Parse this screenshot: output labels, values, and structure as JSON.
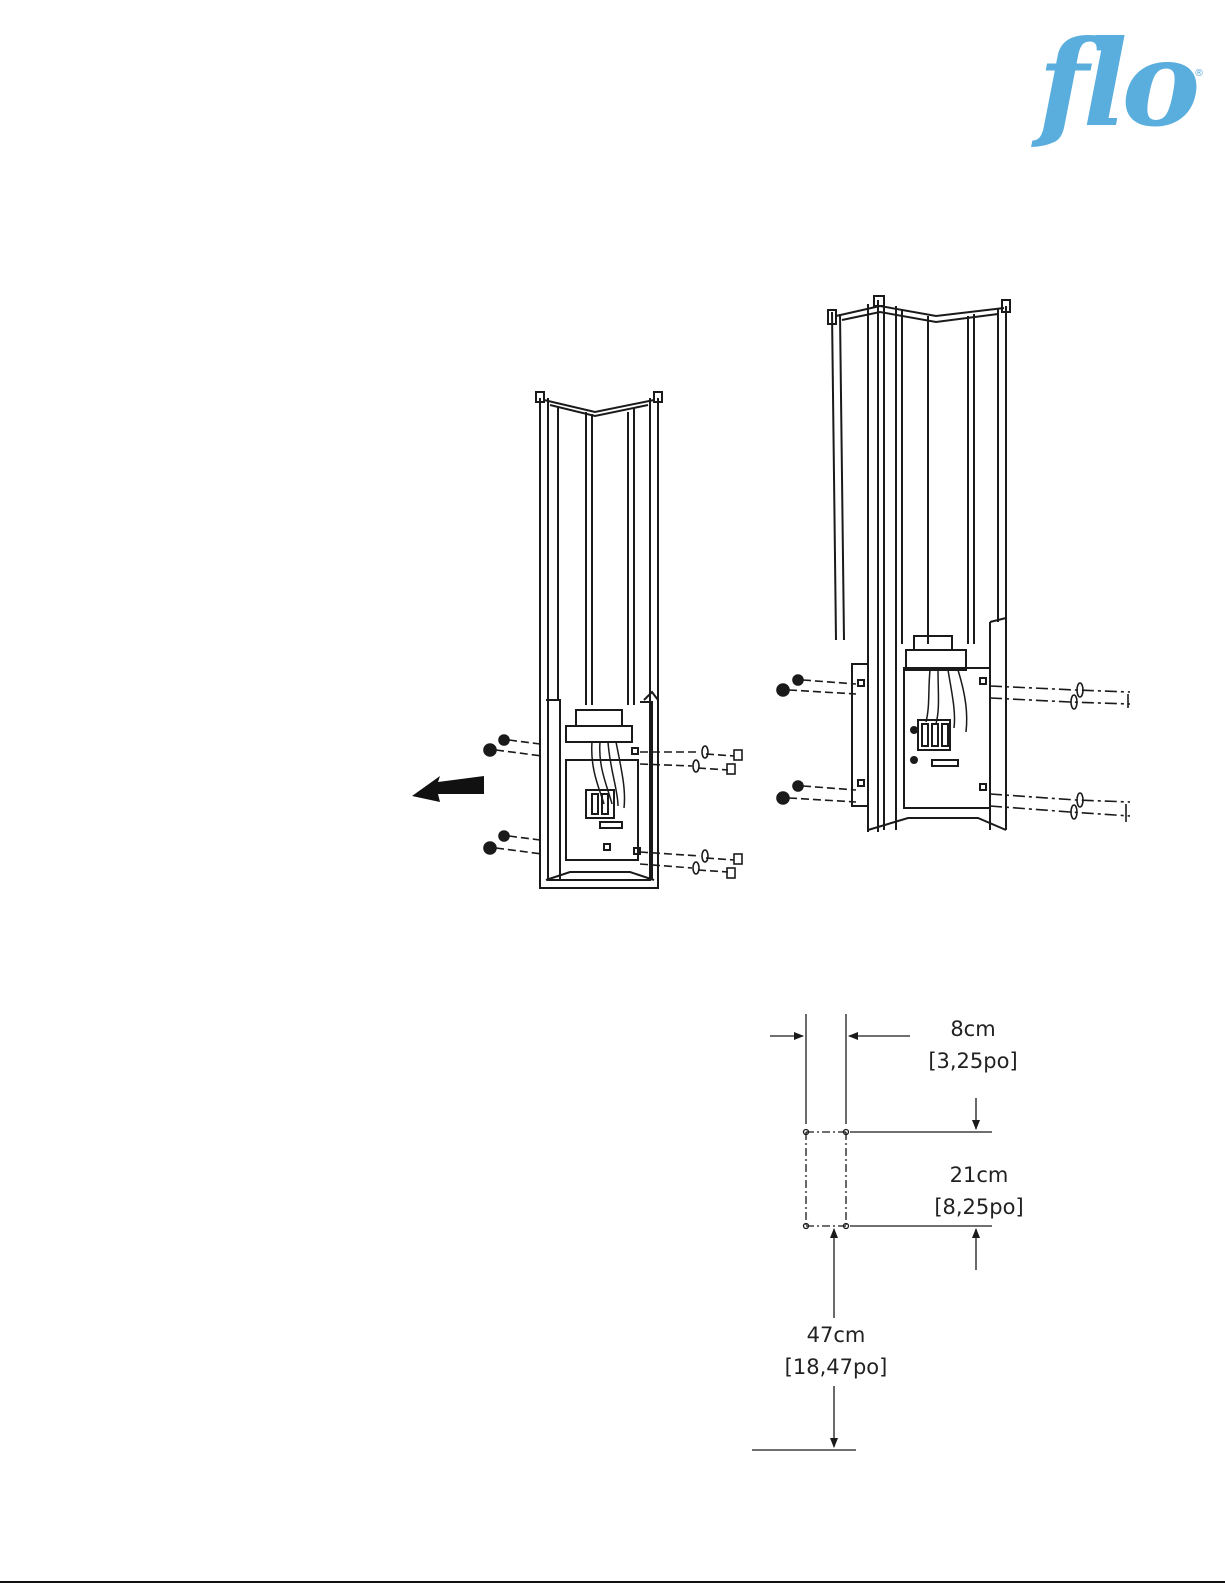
{
  "brand": {
    "logo_text": "flo",
    "registered_mark": "®",
    "color": "#5aaede"
  },
  "colors": {
    "line": "#1a1a1a",
    "text": "#222222",
    "arrow": "#111111"
  },
  "dimensions": {
    "width": {
      "metric": "8cm",
      "imperial": "[3,25po]"
    },
    "height": {
      "metric": "21cm",
      "imperial": "[8,25po]"
    },
    "floor": {
      "metric": "47cm",
      "imperial": "[18,47po]"
    }
  }
}
